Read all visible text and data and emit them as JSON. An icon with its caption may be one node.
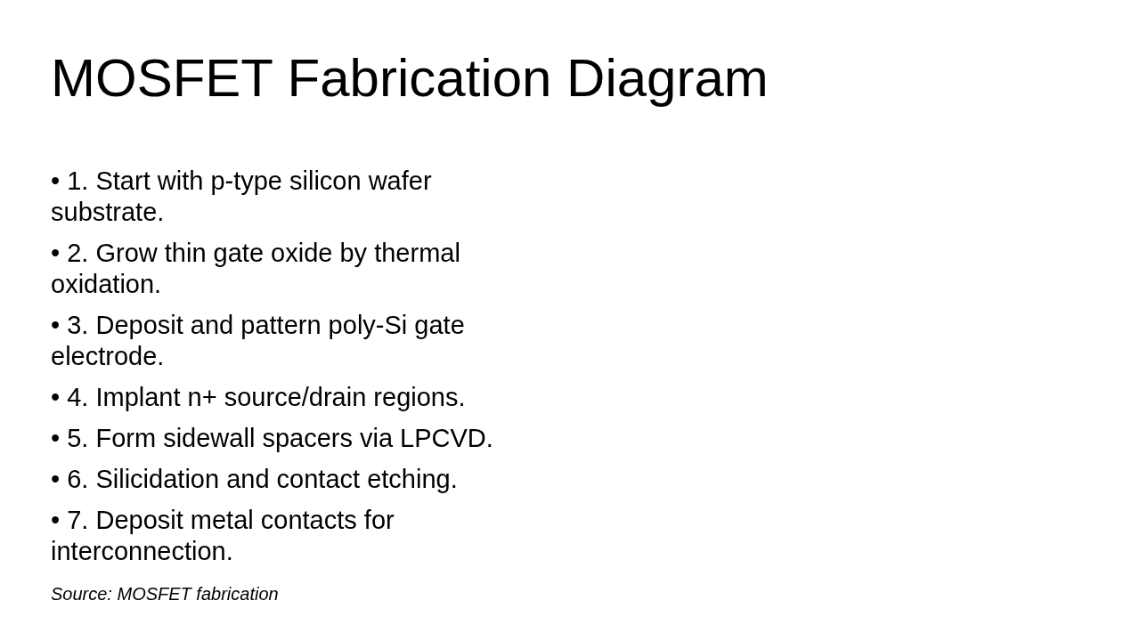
{
  "diagram": {
    "title": "MOSFET Fabrication Diagram",
    "labels": [
      "• 1. Start with p-type silicon wafer substrate.",
      "• 2. Grow thin gate oxide by thermal oxidation.",
      "• 3. Deposit and pattern poly-Si gate electrode.",
      "• 4. Implant n+ source/drain regions.",
      "• 5. Form sidewall spacers via LPCVD.",
      "• 6. Silicidation and contact etching.",
      "• 7. Deposit metal contacts for interconnection."
    ],
    "caption": "Source: MOSFET fabrication"
  }
}
